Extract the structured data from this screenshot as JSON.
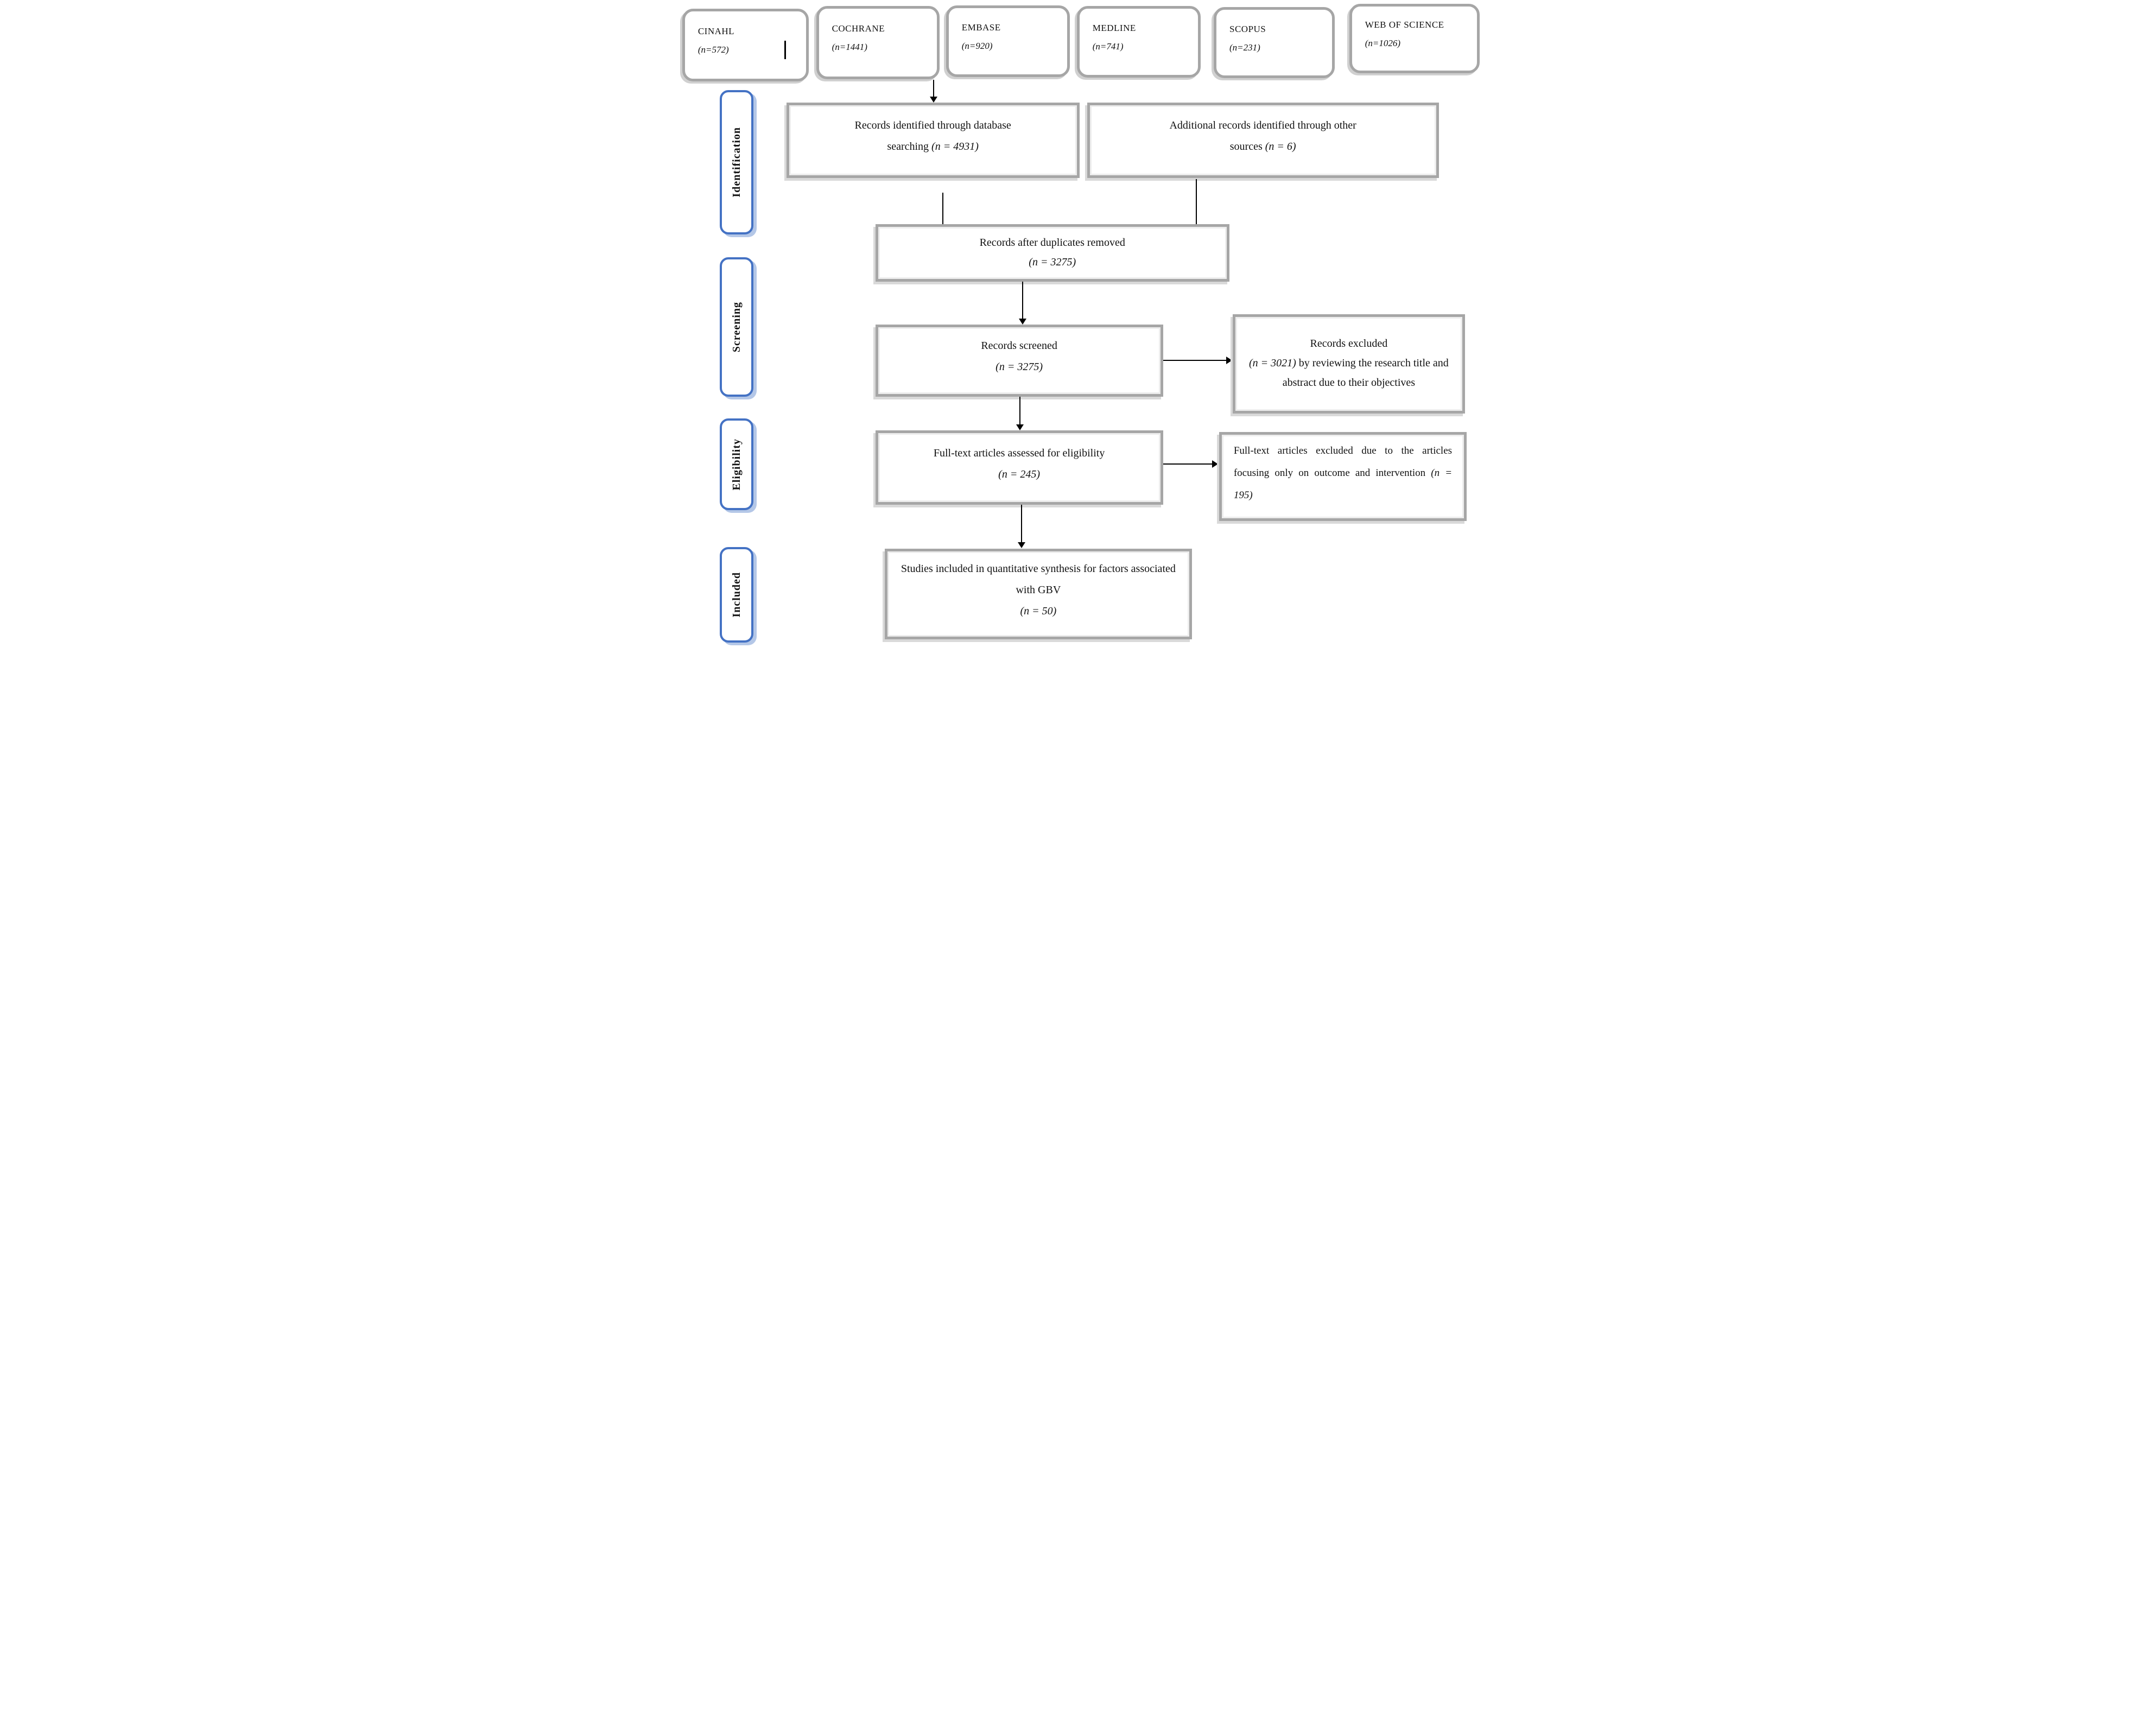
{
  "databases": [
    {
      "name": "CINAHL",
      "count": "(n=572)"
    },
    {
      "name": "COCHRANE",
      "count": "(n=1441)"
    },
    {
      "name": "EMBASE",
      "count": "(n=920)"
    },
    {
      "name": "MEDLINE",
      "count": "(n=741)"
    },
    {
      "name": "SCOPUS",
      "count": "(n=231)"
    },
    {
      "name": "WEB OF SCIENCE",
      "count": "(n=1026)"
    }
  ],
  "stages": [
    {
      "label": "Identification"
    },
    {
      "label": "Screening"
    },
    {
      "label": "Eligibility"
    },
    {
      "label": "Included"
    }
  ],
  "boxes": {
    "identified": {
      "line1": "Records identified through database",
      "line2": "searching",
      "count": "(n = 4931)"
    },
    "additional": {
      "line1": "Additional records identified through other",
      "line2": "sources",
      "count": "(n = 6)"
    },
    "duplicates": {
      "line1": "Records after duplicates removed",
      "count": "(n = 3275)"
    },
    "screened": {
      "line1": "Records screened",
      "count": "(n = 3275)"
    },
    "excluded": {
      "pre": "Records excluded",
      "count": "(n = 3021)",
      "post": "by reviewing the research title and abstract due to their objectives"
    },
    "fulltext": {
      "line1": "Full-text articles assessed for eligibility",
      "count": "(n = 245)"
    },
    "fulltext_excluded": {
      "pre": "Full-text articles excluded due to the articles focusing only on outcome and intervention",
      "count": "(n = 195)"
    },
    "included": {
      "pre": "Studies included in quantitative synthesis for factors associated with GBV",
      "count": "(n = 50)"
    }
  },
  "colors": {
    "box_border": "#a6a6a6",
    "box_shadow": "#d9d9d9",
    "stage_border": "#4472c4",
    "stage_shadow": "#b4c7e7",
    "arrow": "#000000",
    "text": "#111111"
  }
}
